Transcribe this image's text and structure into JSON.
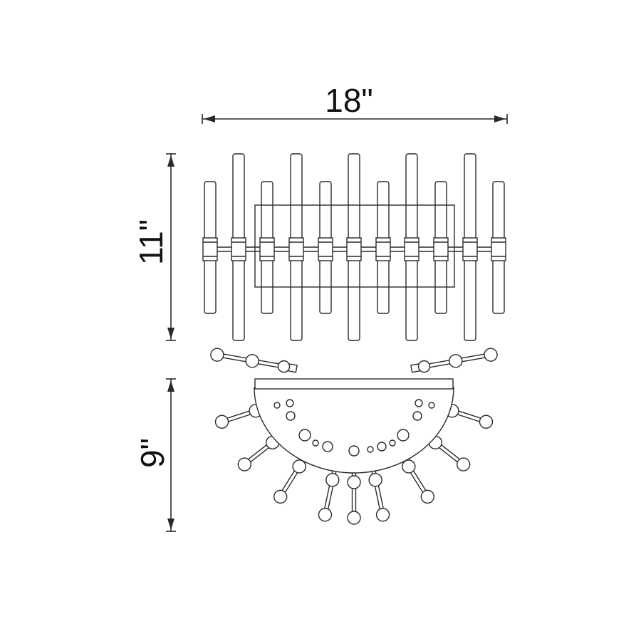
{
  "dimensions": {
    "width_label": "18\"",
    "height_label": "11\"",
    "depth_label": "9\""
  },
  "colors": {
    "line": "#2a2a2a",
    "background": "#ffffff"
  }
}
